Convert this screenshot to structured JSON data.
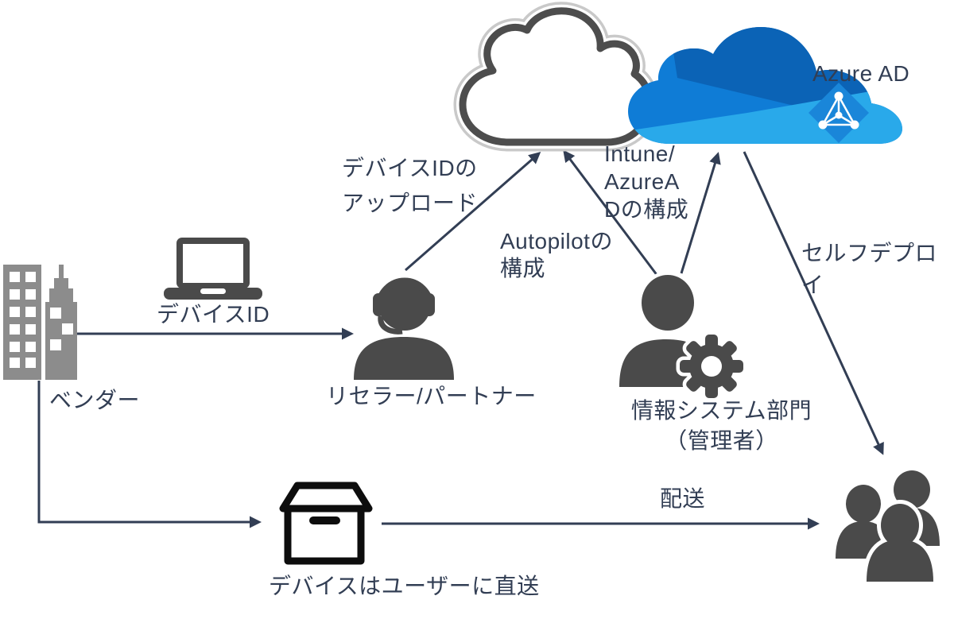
{
  "diagram_title": "Windows Autopilot deployment flow (vendor to user self-deploy)",
  "labels": {
    "azure_ad": "Azure AD",
    "device_id_upload": "デバイスIDの\nアップロード",
    "intune_azuread_config": "Intune/\nAzureA\nDの構成",
    "autopilot_config": "Autopilotの\n構成",
    "self_deploy": "セルフデプロイ",
    "vendor": "ベンダー",
    "device_id": "デバイスID",
    "reseller_partner": "リセラー/パートナー",
    "it_department": "情報システム部門\n（管理者）",
    "direct_ship": "デバイスはユーザーに直送",
    "delivery": "配送"
  },
  "icons": {
    "vendor_building_icon": "two gray office buildings",
    "laptop_icon": "dark laptop with white screen",
    "headset_person_icon": "support person with headset",
    "admin_gear_person_icon": "person with gear (administrator)",
    "autopilot_cloud_icon": "white outlined cloud",
    "intune_cloud_icon": "blue multi-tone cloud",
    "azure_ad_icon": "blue diamond with white network triangle",
    "package_box_icon": "black outlined shipping box",
    "users_group_icon": "three user silhouettes"
  },
  "colors": {
    "ink": "#323e54",
    "building_gray": "#8c8c8c",
    "icon_dark_gray": "#4a4a4a",
    "box_black": "#0d0d0d",
    "cloud_outline_gray": "#4d4d4d",
    "cloud_sticker_gray": "#c9c9c9",
    "intune_cloud_dark": "#0B63B6",
    "intune_cloud_mid": "#0F7CD6",
    "intune_cloud_light": "#29A9EA",
    "azure_ad_blue": "#1A86D9"
  },
  "arrows": [
    {
      "name": "vendor-to-reseller",
      "label": "デバイスID"
    },
    {
      "name": "vendor-to-box",
      "label": ""
    },
    {
      "name": "box-to-users",
      "label": "配送"
    },
    {
      "name": "reseller-to-autopilot-cloud",
      "label": "デバイスIDの\nアップロード"
    },
    {
      "name": "itdept-to-autopilot-cloud",
      "label": "Autopilotの\n構成"
    },
    {
      "name": "itdept-to-intune-cloud",
      "label": "Intune/\nAzureA\nDの構成"
    },
    {
      "name": "intune-cloud-to-users",
      "label": "セルフデプロイ"
    }
  ]
}
